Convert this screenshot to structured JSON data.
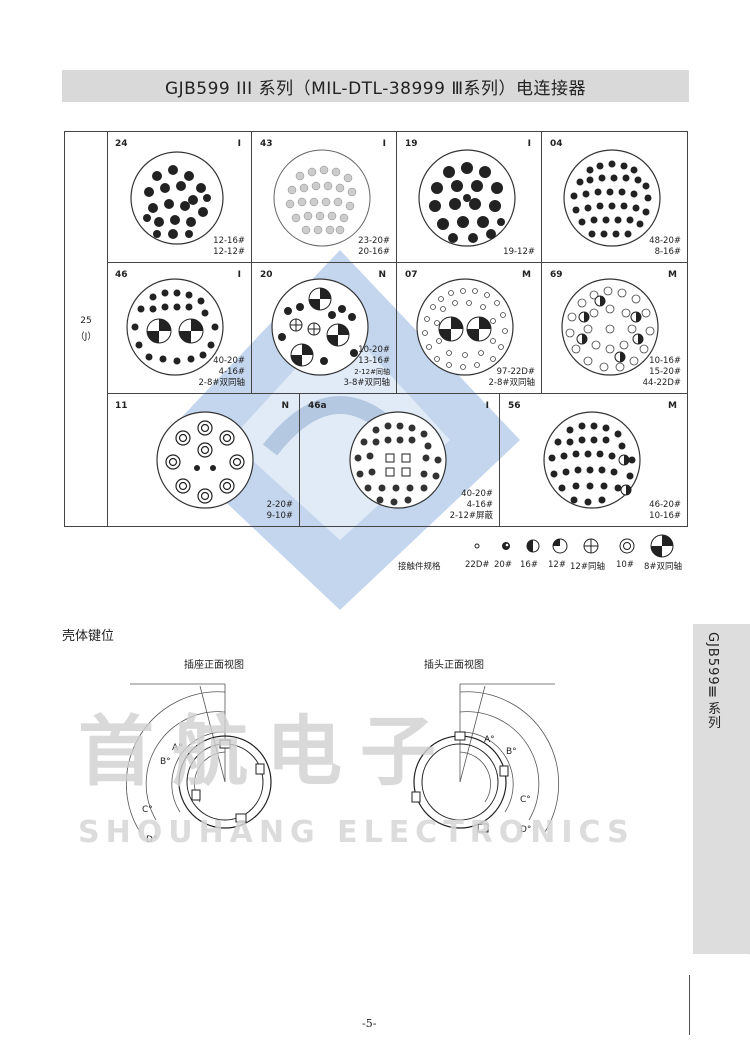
{
  "title": "GJB599 III 系列（MIL-DTL-38999  Ⅲ系列）电连接器",
  "shell_size": {
    "size": "25",
    "code": "（J）"
  },
  "inserts": [
    {
      "code": "24",
      "class": "I",
      "spec": [
        "12-16#",
        "12-12#"
      ]
    },
    {
      "code": "43",
      "class": "I",
      "spec": [
        "23-20#",
        "20-16#"
      ]
    },
    {
      "code": "19",
      "class": "I",
      "spec": [
        "19-12#"
      ]
    },
    {
      "code": "04",
      "class": "",
      "spec": [
        "48-20#",
        "8-16#"
      ]
    },
    {
      "code": "46",
      "class": "I",
      "spec": [
        "40-20#",
        "4-16#",
        "2-8#双同轴"
      ]
    },
    {
      "code": "20",
      "class": "N",
      "spec": [
        "10-20#",
        "13-16#",
        "2-12#同轴",
        "3-8#双同轴"
      ]
    },
    {
      "code": "07",
      "class": "M",
      "spec": [
        "97-22D#",
        "2-8#双同轴"
      ]
    },
    {
      "code": "69",
      "class": "M",
      "spec": [
        "10-16#",
        "15-20#",
        "44-22D#"
      ]
    },
    {
      "code": "11",
      "class": "N",
      "spec": [
        "2-20#",
        "9-10#"
      ]
    },
    {
      "code": "46a",
      "class": "I",
      "spec": [
        "40-20#",
        "4-16#",
        "2-12#屏蔽"
      ]
    },
    {
      "code": "56",
      "class": "M",
      "spec": [
        "46-20#",
        "10-16#"
      ]
    }
  ],
  "legend": {
    "label": "接触件规格",
    "items": [
      "22D#",
      "20#",
      "16#",
      "12#",
      "12#同轴",
      "10#",
      "8#双同轴"
    ]
  },
  "keying": {
    "section_title": "壳体键位",
    "receptacle_title": "插座正面视图",
    "plug_title": "插头正面视图",
    "receptacle_labels": [
      "A°",
      "B°",
      "C°",
      "D°"
    ],
    "plug_labels": [
      "A°",
      "B°",
      "C°",
      "D°"
    ]
  },
  "watermark": {
    "cn": "首航电子",
    "en": "SHOUHANG ELECTRONICS"
  },
  "side_tab": "GJB599Ⅲ系列",
  "page_number": "-5-",
  "colors": {
    "title_bg": "#d9d9d9",
    "watermark_blue": "#3a78c9",
    "tab_bg": "#dddddd"
  }
}
